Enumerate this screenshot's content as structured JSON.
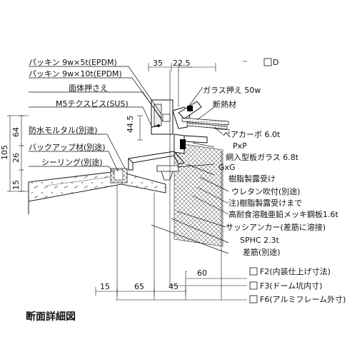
{
  "title": "断面詳細図",
  "labels": {
    "packing1": "パッキン 9w×5t(EPDM)",
    "packing2": "パッキン 9w×10t(EPDM)",
    "face_press": "面体押さえ",
    "m5": "M5テクスビス(SUS)",
    "waterproof": "防水モルタル(別途)",
    "backup": "バックアップ材(別途)",
    "sealing": "シーリング(別途)",
    "glass_press": "ガラス押え 50w",
    "insulation": "断熱材",
    "polycarbo": "ペアカーボ 6.0t",
    "pxp": "PxP",
    "wire_glass": "網入型板ガラス 6.8t",
    "gxg": "GxG",
    "resin_dew": "樹脂製露受け",
    "urethane": "ウレタン吹付(別途)",
    "note_resin": "注)樹脂製露受けまで",
    "steel_plate": "高耐食溶融亜鉛メッキ鋼板1.6t",
    "sash_anchor": "サッシアンカー(差筋に溶接)",
    "sphc": "SPHC 2.3t",
    "rebar": "差筋(別途)",
    "f2": "F2(内装仕上げ寸法)",
    "f3": "F3(ドーム坑内寸)",
    "f6": "F6(アルミフレーム外寸)",
    "d": "D"
  },
  "dimensions": {
    "top_35": "35",
    "top_22_5": "22.5",
    "v_44_5": "44.5",
    "v_105": "105",
    "v_64": "64",
    "v_26": "26",
    "v_15": "15",
    "h_60": "60",
    "h_15": "15",
    "h_65": "65",
    "h_45": "45"
  }
}
